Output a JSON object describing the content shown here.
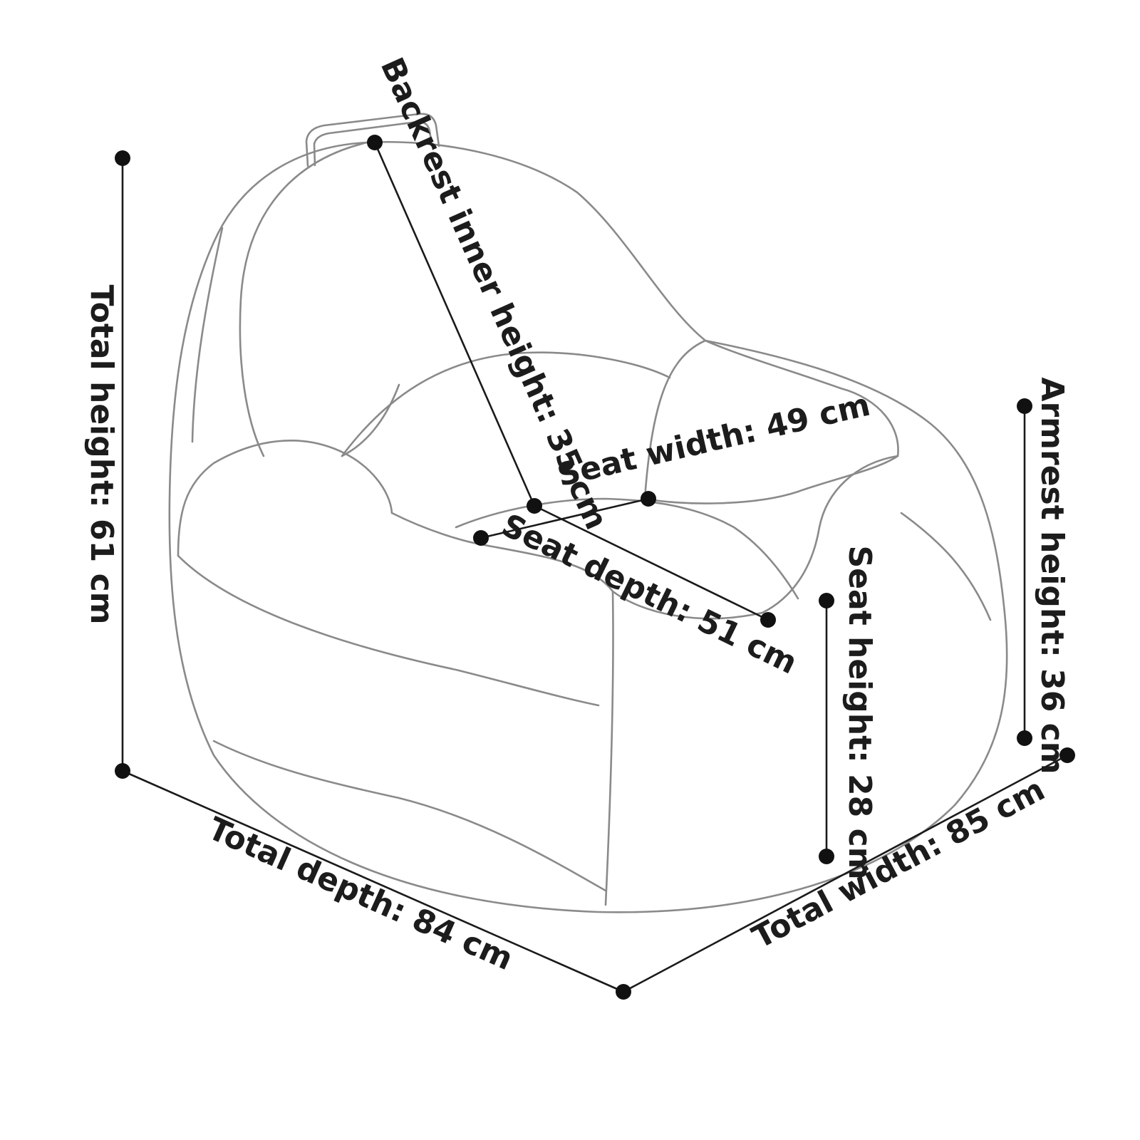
{
  "dimensions": {
    "total_height": "Total height: 61 cm",
    "total_depth": "Total depth:  84 cm",
    "total_width": "Total width: 85 cm",
    "armrest_height": "Armrest height: 36 cm",
    "seat_height": "Seat height: 28 cm",
    "seat_width": "Seat width: 49 cm",
    "seat_depth": "Seat depth: 51 cm",
    "backrest_inner_height": "Backrest inner height: 35 cm"
  },
  "colors": {
    "outline": "#8a8a8a",
    "dimension_line": "#1a1a1a",
    "text": "#1c1c1c",
    "background": "#ffffff"
  }
}
